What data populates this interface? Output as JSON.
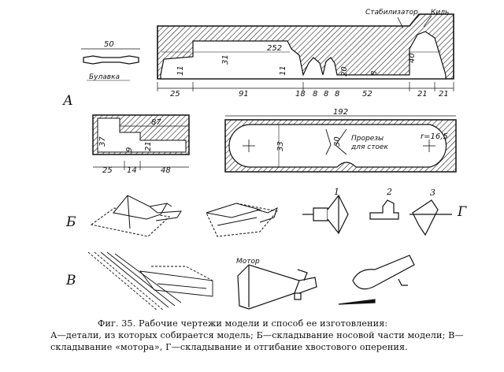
{
  "sections": {
    "a": "А",
    "b": "Б",
    "v": "В",
    "g": "Г"
  },
  "labels": {
    "stabilizer": "Стабилизатор",
    "keel": "Киль",
    "pin": "Булавка",
    "slots_line1": "Прорезы",
    "slots_line2": "для стоек",
    "motor": "Мотор"
  },
  "dims": {
    "pin_len": "50",
    "total": "252",
    "h31": "31",
    "h11a": "11",
    "h11b": "11",
    "h20": "20",
    "h8a": "8",
    "h40": "40",
    "b25": "25",
    "b91": "91",
    "b18": "18",
    "b8a": "8",
    "b8b": "8",
    "b8c": "8",
    "b52": "52",
    "b21a": "21",
    "b21b": "21",
    "p87": "87",
    "p37": "37",
    "p9": "9",
    "p21": "21",
    "p25": "25",
    "p14": "14",
    "p48": "48",
    "w192": "192",
    "w33": "33",
    "w30": "30",
    "radius": "r=16,5"
  },
  "steps": {
    "s1": "1",
    "s2": "2",
    "s3": "3"
  },
  "caption": {
    "title": "Фиг. 35. Рабочие чертежи модели и способ ее изготовления:",
    "body": "А—детали, из которых собирается модель; Б—складывание носовой части модели; В—складывание «мотора», Г—складывание и отгибание хвостового оперения."
  }
}
